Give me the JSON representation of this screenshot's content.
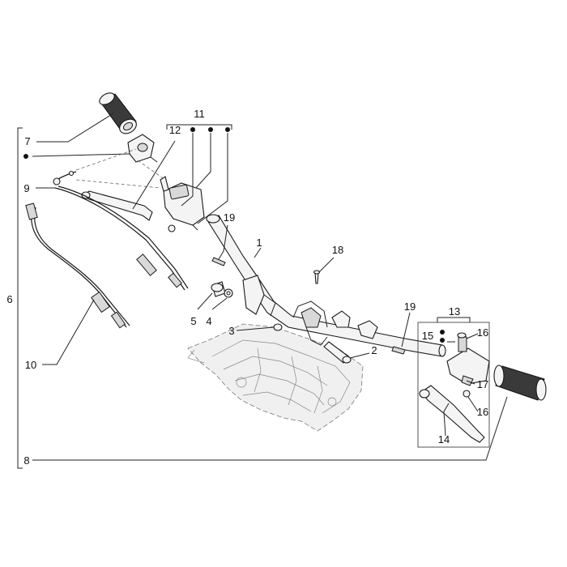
{
  "callouts": [
    {
      "id": "c1",
      "text": "1"
    },
    {
      "id": "c2",
      "text": "2"
    },
    {
      "id": "c3",
      "text": "3"
    },
    {
      "id": "c4",
      "text": "4"
    },
    {
      "id": "c5",
      "text": "5"
    },
    {
      "id": "c6",
      "text": "6"
    },
    {
      "id": "c7",
      "text": "7"
    },
    {
      "id": "c8",
      "text": "8"
    },
    {
      "id": "c9",
      "text": "9"
    },
    {
      "id": "c10",
      "text": "10"
    },
    {
      "id": "c11",
      "text": "11"
    },
    {
      "id": "c12",
      "text": "12"
    },
    {
      "id": "c13",
      "text": "13"
    },
    {
      "id": "c14",
      "text": "14"
    },
    {
      "id": "c15",
      "text": "15"
    },
    {
      "id": "c16a",
      "text": "16"
    },
    {
      "id": "c16b",
      "text": "16"
    },
    {
      "id": "c17",
      "text": "17"
    },
    {
      "id": "c18",
      "text": "18"
    },
    {
      "id": "c19a",
      "text": "19"
    },
    {
      "id": "c19b",
      "text": "19"
    }
  ]
}
